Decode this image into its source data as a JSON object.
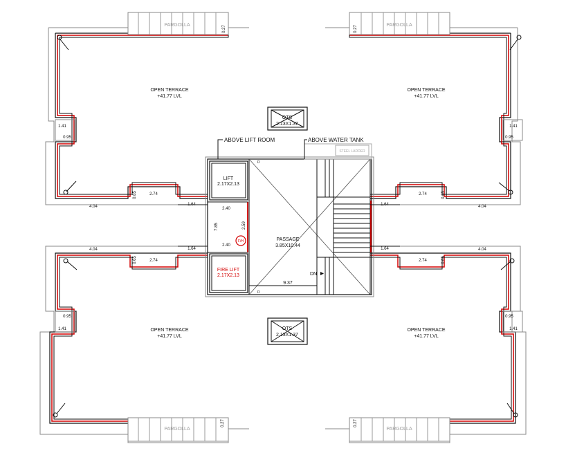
{
  "labels": {
    "open_terrace": "OPEN TERRACE",
    "level": "+41.77 LVL",
    "pargolla": "PARGOLLA",
    "ots": "OTS",
    "ots_size": "2.13X1.37",
    "above_lift_room": "ABOVE LIFT ROOM",
    "above_water_tank": "ABOVE WATER TANK",
    "steel_ladder": "STEEL LADDER",
    "lift": "LIFT",
    "lift_size": "2.17X2.13",
    "fire_lift": "FIRE LIFT",
    "fire_lift_size": "2.17X2.13",
    "passage": "PASSAGE",
    "passage_size": "3.85X10.44",
    "dn": "DN",
    "fh": "F/H",
    "door_mark": "D"
  },
  "dims": {
    "d027": "0.27",
    "d141": "1.41",
    "d095": "0.95",
    "d085": "0.85",
    "d065": "0.65",
    "d274": "2.74",
    "d404": "4.04",
    "d164": "1.64",
    "d240": "2.40",
    "d785": "7.85",
    "d259": "2.59",
    "d937": "9.37"
  },
  "colors": {
    "wall": "#111111",
    "red": "#d40000",
    "grey": "#8a8a8a"
  }
}
